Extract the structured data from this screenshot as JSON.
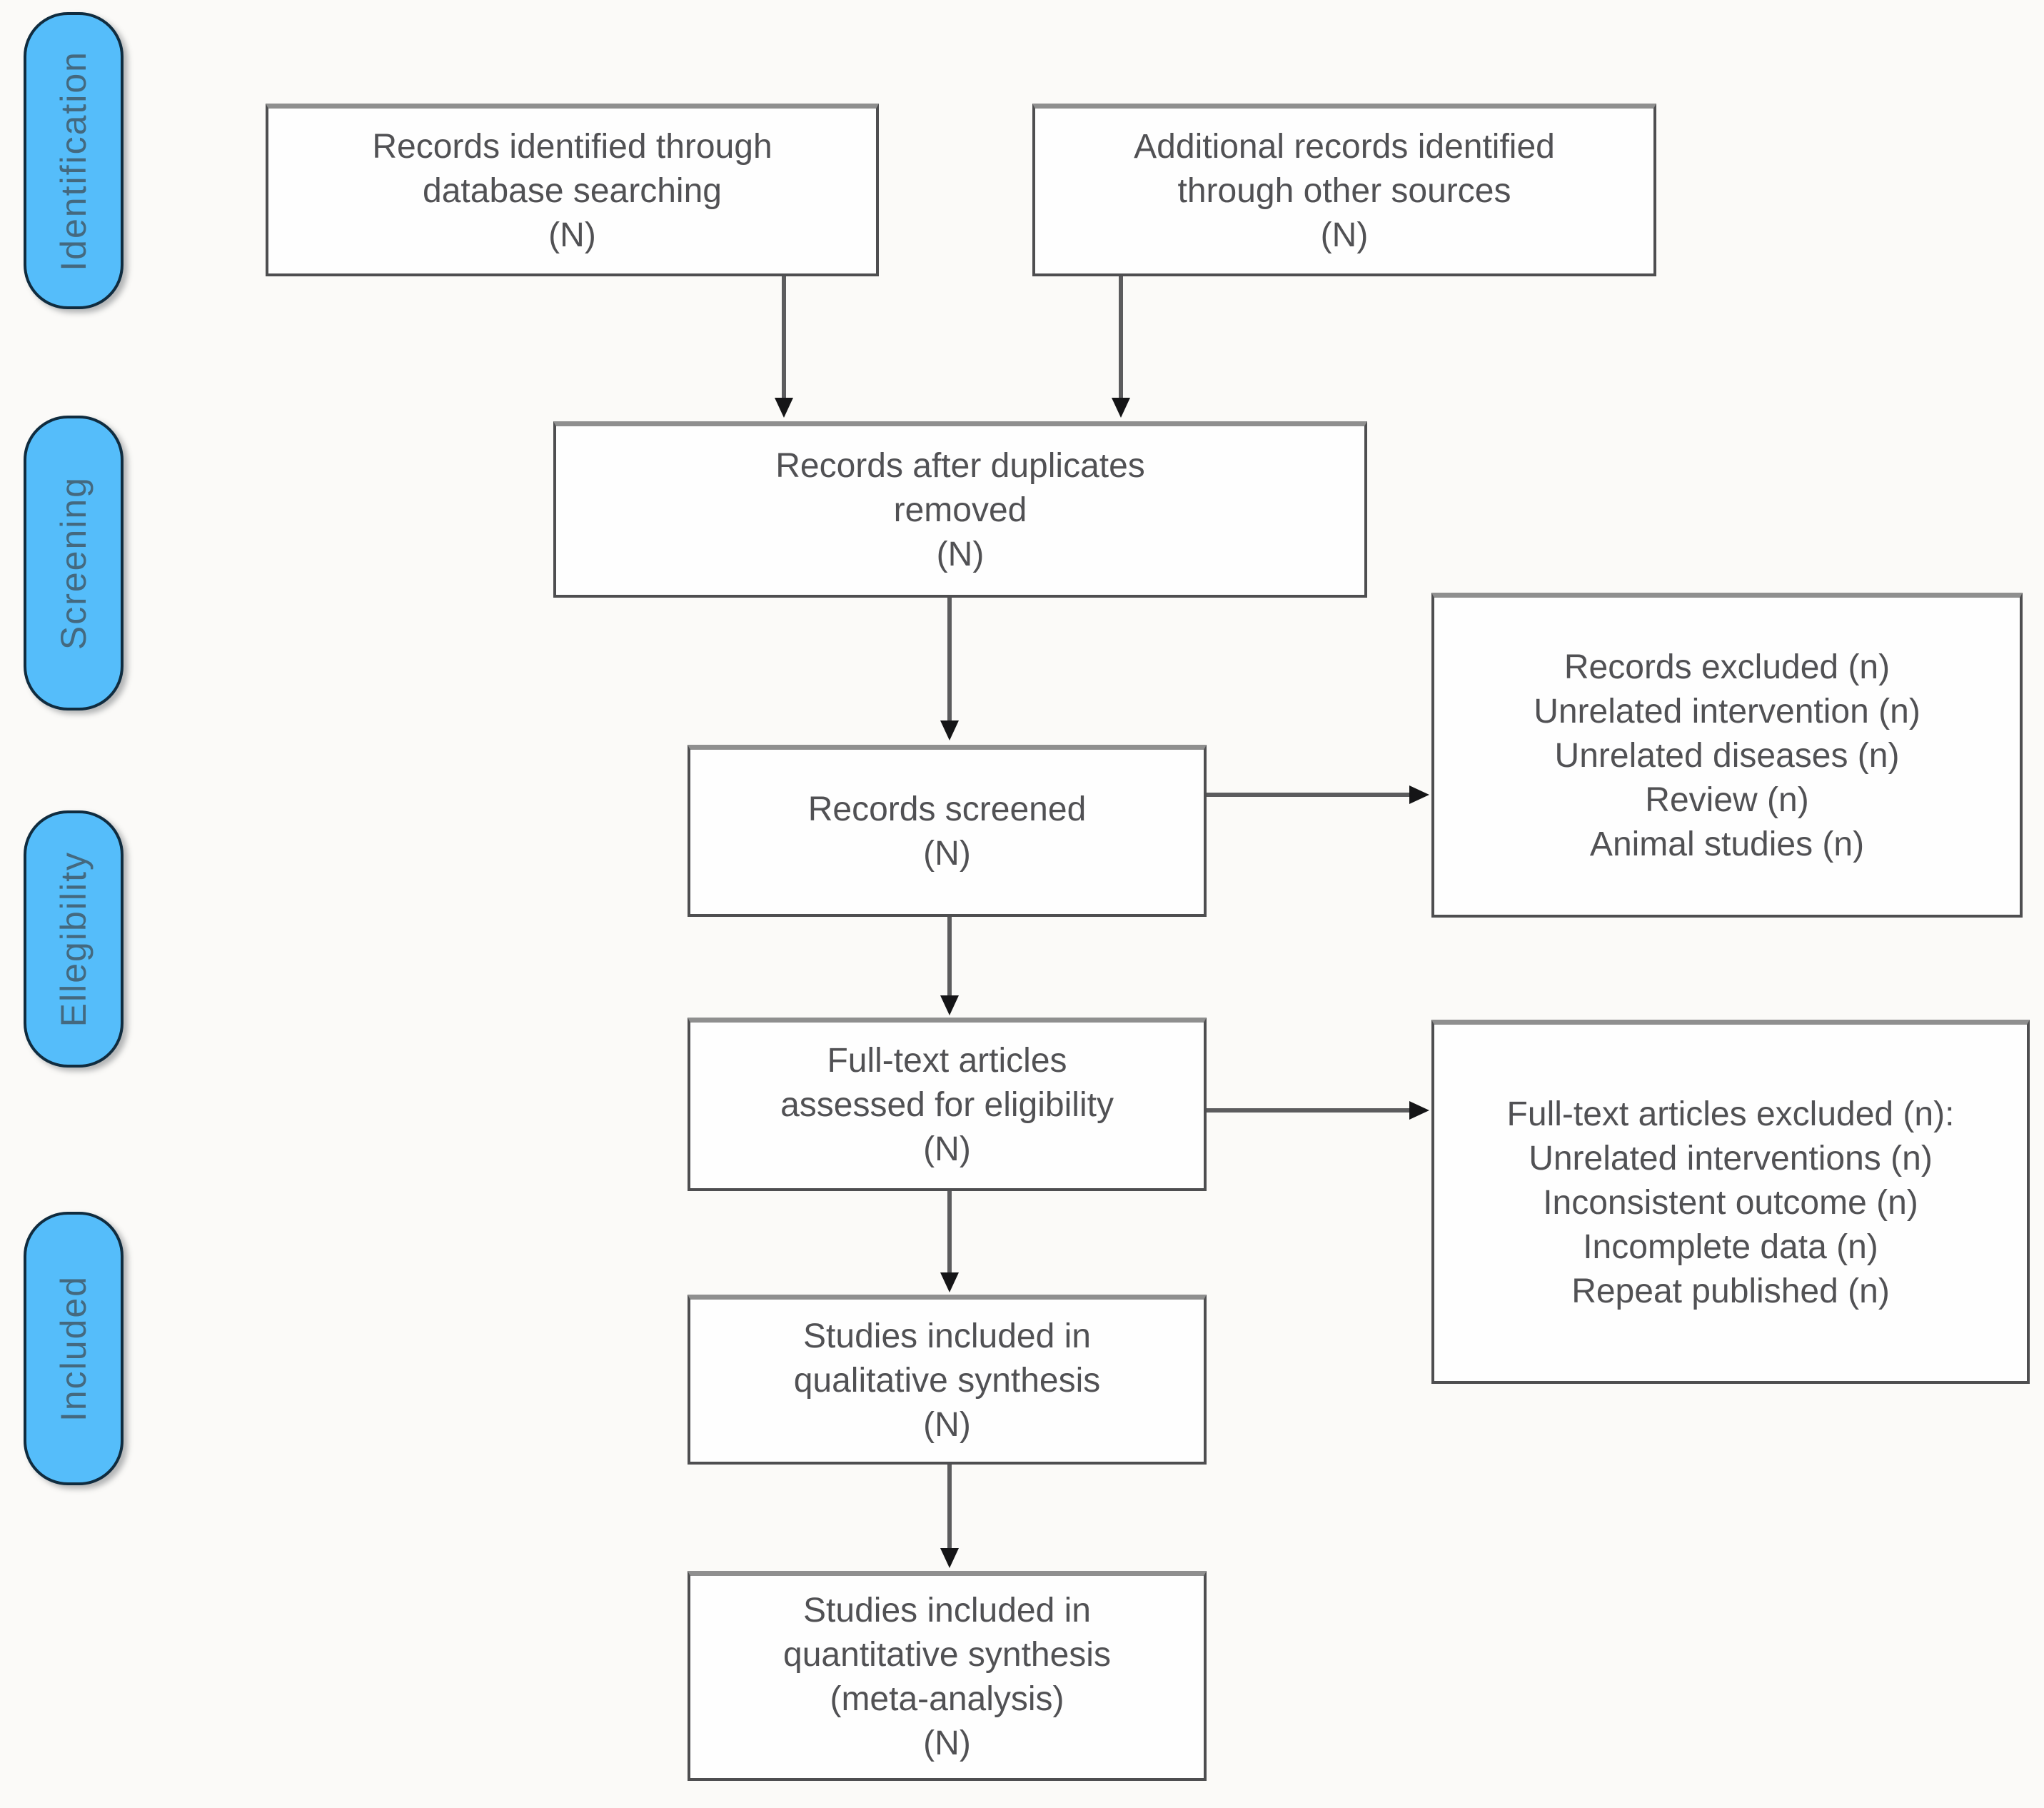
{
  "page": {
    "background": "#fbfaf8"
  },
  "palette": {
    "stage_fill": "#55bdfa",
    "stage_border": "#102c3f",
    "stage_text": "#44697f",
    "box_background": "#fefefe",
    "box_border": "#4e4e50",
    "box_border_top": "#8f8f8f",
    "box_text": "#515154",
    "connector_line": "#5c5c5e",
    "arrow_head": "#151517"
  },
  "stages": [
    {
      "label": "Identification"
    },
    {
      "label": "Screening"
    },
    {
      "label": "Ellegibility"
    },
    {
      "label": "Included"
    }
  ],
  "boxes": {
    "records_identified": {
      "lines": [
        "Records identified through",
        "database searching",
        "(N)"
      ]
    },
    "additional_records": {
      "lines": [
        "Additional records identified",
        "through other sources",
        "(N)"
      ]
    },
    "after_duplicates": {
      "lines": [
        "Records after duplicates",
        "removed",
        "(N)"
      ]
    },
    "records_screened": {
      "lines": [
        "Records screened",
        "(N)"
      ]
    },
    "records_excluded": {
      "lines": [
        "Records excluded (n)",
        "Unrelated intervention (n)",
        "Unrelated diseases (n)",
        "Review (n)",
        "Animal studies (n)"
      ]
    },
    "fulltext_assessed": {
      "lines": [
        "Full-text articles",
        "assessed for eligibility",
        "(N)"
      ]
    },
    "fulltext_excluded": {
      "lines": [
        "Full-text articles excluded (n):",
        "Unrelated interventions (n)",
        "Inconsistent outcome (n)",
        "Incomplete data (n)",
        "Repeat published (n)"
      ]
    },
    "qualitative_synthesis": {
      "lines": [
        "Studies included in",
        "qualitative synthesis",
        "(N)"
      ]
    },
    "quantitative_synthesis": {
      "lines": [
        "Studies included in",
        "quantitative synthesis",
        "(meta-analysis)",
        "(N)"
      ]
    }
  }
}
